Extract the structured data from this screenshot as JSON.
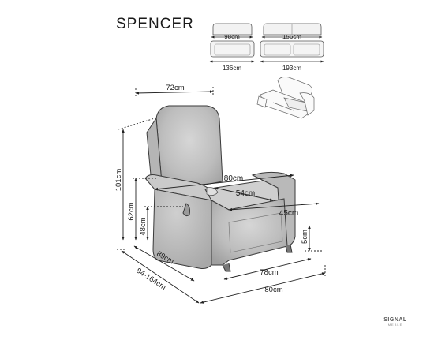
{
  "product": {
    "title": "SPENCER"
  },
  "thumbnails": {
    "armchair": {
      "width_label": "98cm",
      "depth_label": "136cm"
    },
    "sofa": {
      "width_label": "156cm",
      "depth_label": "193cm"
    }
  },
  "dimensions": {
    "back_width": "72cm",
    "total_height": "101cm",
    "seat_height": "62cm",
    "arm_height": "48cm",
    "seat_width": "80cm",
    "seat_depth": "54cm",
    "seat_length": "45cm",
    "leg_height": "5cm",
    "depth": "89cm",
    "depth_extended": "94-164cm",
    "front_width": "78cm",
    "total_width": "80cm"
  },
  "brand": {
    "name": "SIGNAL",
    "sub": "MEBLE"
  }
}
